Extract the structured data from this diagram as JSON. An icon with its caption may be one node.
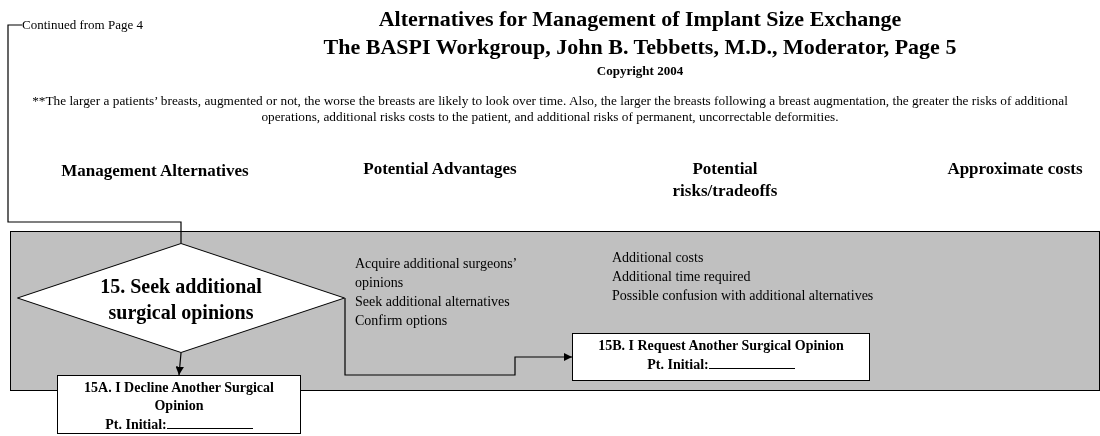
{
  "diagram": {
    "title": "Alternatives for Management of Implant Size Exchange",
    "nodes": [
      {
        "text": [
          "Continued from Page 4"
        ]
      },
      {
        "text": [
          "Acquire additional surgeons’ opinions",
          "Seek additional alternatives",
          "Confirm options",
          "Additional costs",
          "Additional time required",
          "Possible confusion with additional alternatives"
        ]
      },
      {
        "text": [
          "15. Seek additional surgical opinions"
        ],
        "in": 1
      },
      {
        "text": [
          "15A. I Decline Another Surgical Opinion",
          "Pt. Initial:"
        ]
      },
      {
        "text": [
          "15B. I Request Another Surgical Opinion",
          "Pt. Initial:"
        ],
        "in": 1
      }
    ],
    "edges": [
      {
        "from": 0,
        "to": 2,
        "arrow": "none"
      },
      {
        "from": 2,
        "to": 3,
        "arrow": "to"
      },
      {
        "from": 2,
        "to": 4,
        "arrow": "to"
      }
    ],
    "labels": [
      "The BASPI Workgroup, John B. Tebbetts, M.D., Moderator, Page 5",
      "Copyright 2004",
      "**The larger a patients’ breasts, augmented or not, the worse the breasts are likely to look over time.  Also, the larger the breasts following a breast augmentation, the greater the risks of additional operations, additional risks costs to the patient, and additional risks of permanent, uncorrectable deformities.",
      "Management Alternatives",
      "Potential Advantages",
      "Potential risks/tradeoffs",
      "Approximate costs"
    ]
  }
}
